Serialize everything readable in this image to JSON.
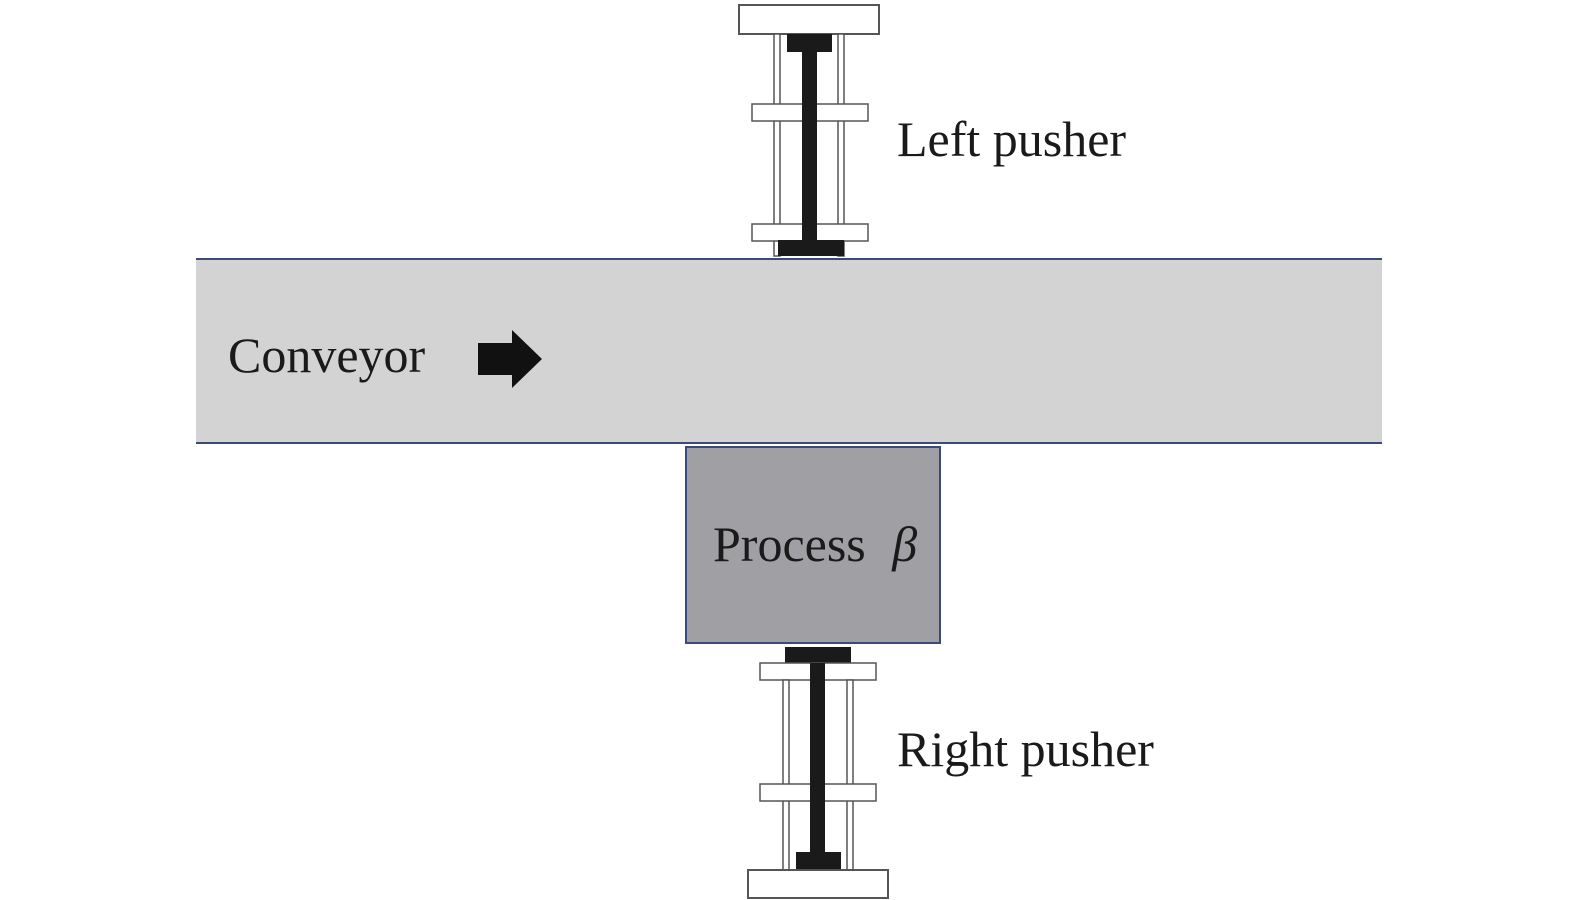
{
  "diagram": {
    "labels": {
      "left_pusher": "Left pusher",
      "right_pusher": "Right pusher",
      "conveyor": "Conveyor",
      "process_prefix": "Process",
      "process_symbol": "β"
    },
    "components": {
      "conveyor_direction": "right",
      "left_pusher_position": "top",
      "right_pusher_position": "bottom"
    },
    "colors": {
      "conveyor_fill": "#d3d3d3",
      "conveyor_border": "#3a4a7a",
      "process_fill": "#a0a0a4",
      "process_border": "#3a4a7a",
      "pusher_rod": "#1a1a1a",
      "pusher_frame": "#555555",
      "arrow": "#111111"
    }
  }
}
